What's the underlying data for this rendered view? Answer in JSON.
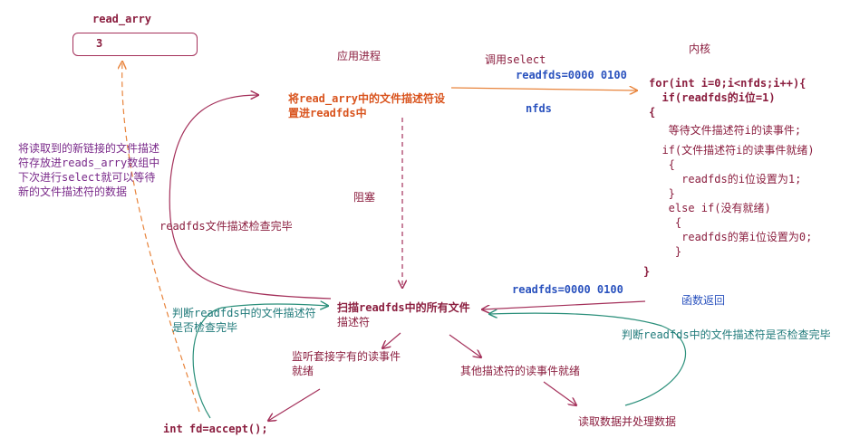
{
  "read_arry": {
    "label": "read_arry",
    "value": "3"
  },
  "app_process": "应用进程",
  "kernel": "内核",
  "call_select": "调用select",
  "readfds_top": "readfds=0000 0100",
  "nfds": "nfds",
  "step_set": [
    "将read_arry中的文件描述符设",
    "置进readfds中"
  ],
  "block": "阻塞",
  "kernel_code": [
    "for(int i=0;i<nfds;i++){",
    "  if(readfds的i位=1)",
    "{",
    "   等待文件描述符i的读事件;",
    "",
    "  if(文件描述符i的读事件就绪)",
    "   {",
    "     readfds的i位设置为1;",
    "   }",
    "   else if(没有就绪)",
    "    {",
    "     readfds的第i位设置为0;",
    "    }",
    "",
    "}"
  ],
  "store_note": [
    "将读取到的新链接的文件描述",
    "符存放进reads_arry数组中",
    "下次进行select就可以等待",
    "新的文件描述符的数据"
  ],
  "check_done": "readfds文件描述检查完毕",
  "scan": [
    "扫描readfds中的所有文件",
    "描述符"
  ],
  "readfds_bottom": "readfds=0000 0100",
  "func_return": "函数返回",
  "judge_left": [
    "判断readfds中的文件描述符",
    "是否检查完毕"
  ],
  "judge_right": "判断readfds中的文件描述符是否检查完毕",
  "listen_ready": [
    "监听套接字有的读事件",
    "就绪"
  ],
  "other_ready": "其他描述符的读事件就绪",
  "accept_code": "int fd=accept();",
  "read_process": "读取数据并处理数据",
  "colors": {
    "maroon": "#8b1e3f",
    "purple": "#7a2a8a",
    "orange": "#d9541e",
    "blue": "#2a52be",
    "teal": "#1f7a7a"
  }
}
